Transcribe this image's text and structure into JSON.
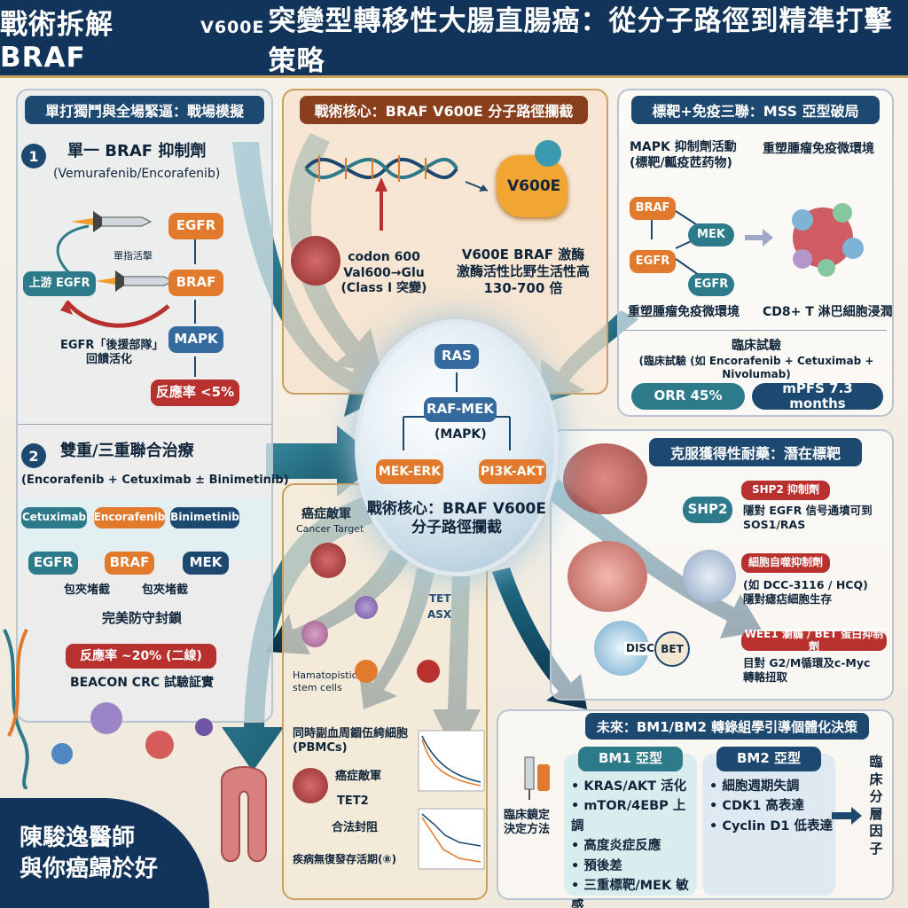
{
  "header": {
    "title_a": "戰術拆解 BRAF",
    "title_sup": "V600E",
    "title_b": "突變型轉移性大腸直腸癌：從分子路徑到精準打擊策略"
  },
  "left": {
    "title": "單打獨鬥與全場緊逼：戰場模擬",
    "s1": {
      "num": "1",
      "title": "單一 BRAF 抑制劑",
      "sub": "(Vemurafenib/Encorafenib)",
      "egfr": "EGFR",
      "braf": "BRAF",
      "mapk": "MAPK",
      "upstream": "上游 EGFR",
      "single": "單指活擊",
      "feedback_a": "EGFR「後援部隊」",
      "feedback_b": "回饋活化",
      "response": "反應率 <5%"
    },
    "s2": {
      "num": "2",
      "title": "雙重/三重聯合治療",
      "sub": "(Encorafenib + Cetuximab ± Binimetinib)",
      "cetux": "Cetuximab",
      "enco": "Encorafenib",
      "bini": "Binimetinib",
      "egfr": "EGFR",
      "braf": "BRAF",
      "mek": "MEK",
      "pinch1": "包夾堵截",
      "pinch2": "包夾堵截",
      "perfect": "完美防守封鎖",
      "response": "反應率 ~20% (二線)",
      "trial": "BEACON CRC 試驗証實"
    }
  },
  "center": {
    "title": "戰術核心：BRAF V600E 分子路徑攔截",
    "v600e": "V600E",
    "codon_a": "codon 600",
    "codon_b": "Val600→Glu",
    "codon_c": "(Class I 突變)",
    "kinase_a": "V600E BRAF 激酶",
    "kinase_b": "激酶活性比野生活性高",
    "kinase_c": "130-700 倍",
    "hub": {
      "ras": "RAS",
      "rafmek": "RAF-MEK",
      "mapk": "(MAPK)",
      "mekerk": "MEK-ERK",
      "pi3k": "PI3K-AKT",
      "core_a": "戰術核心：BRAF V600E",
      "core_b": "分子路徑攔截"
    }
  },
  "right": {
    "title": "標靶+免疫三聯：MSS 亞型破局",
    "mapk_a": "MAPK 抑制劑活動",
    "mapk_b": "(標靶/瓤疫苉药物)",
    "remodel": "重塑腫瘤免疫微環境",
    "braf": "BRAF",
    "mek": "MEK",
    "egfr1": "EGFR",
    "egfr2": "EGFR",
    "remodel2": "重塑腫瘤免疫微環境",
    "cd8": "CD8+ T 淋巴細胞浸潤",
    "trial_a": "臨床試驗",
    "trial_b": "(臨床試驗 (如 Encorafenib + Cetuximab + Nivolumab)",
    "orr": "ORR 45%",
    "mpfs": "mPFS 7.3 months"
  },
  "resist": {
    "title": "克服獲得性耐藥：潛在標靶",
    "shp2": "SHP2",
    "shp2_inh": "SHP2 抑制劑",
    "shp2_a": "隱對 EGFR 信号通墳可到",
    "shp2_b": "SOS1/RAS",
    "auto": "細胞自噬抑制劑",
    "auto_a": "(如 DCC-3116 / HCQ)",
    "auto_b": "隱對瘧痁細胞生存",
    "wee1": "WEE1 瀏鶄 / BET 蛋白抑制劑",
    "wee1_a": "目對 G2/M循環及c-Myc",
    "wee1_b": "轉輅扭取",
    "bet": "BET",
    "disc": "DISC"
  },
  "middle": {
    "cancer_cn": "癌症敵軍",
    "cancer_en": "Cancer Target",
    "hema_a": "Hamatopistic",
    "hema_b": "stem cells",
    "tet": "TET",
    "asx": "ASX",
    "pbmc_a": "同時副血周錮伍絝細胞",
    "pbmc_b": "(PBMCs)",
    "enemy": "癌症敵軍",
    "tet2": "TET2",
    "block": "合法封阻",
    "pfs": "疾病無復發存活期(⑧)"
  },
  "future": {
    "title": "未來：BM1/BM2 轉錄組學引導個體化決策",
    "clinic_a": "臨床鏡定",
    "clinic_b": "決定方法",
    "bm1": "BM1 亞型",
    "bm1_items": [
      "KRAS/AKT 活化",
      "mTOR/4EBP 上調",
      "高度炎症反應",
      "預後差",
      "三重標靶/MEK 敏感"
    ],
    "bm2": "BM2 亞型",
    "bm2_items": [
      "細胞週期失調",
      "CDK1 高表達",
      "Cyclin D1 低表達"
    ],
    "factor": "臨床分層因子"
  },
  "sign": {
    "a": "陳駿逸醫師",
    "b": "與你癌歸於好"
  }
}
